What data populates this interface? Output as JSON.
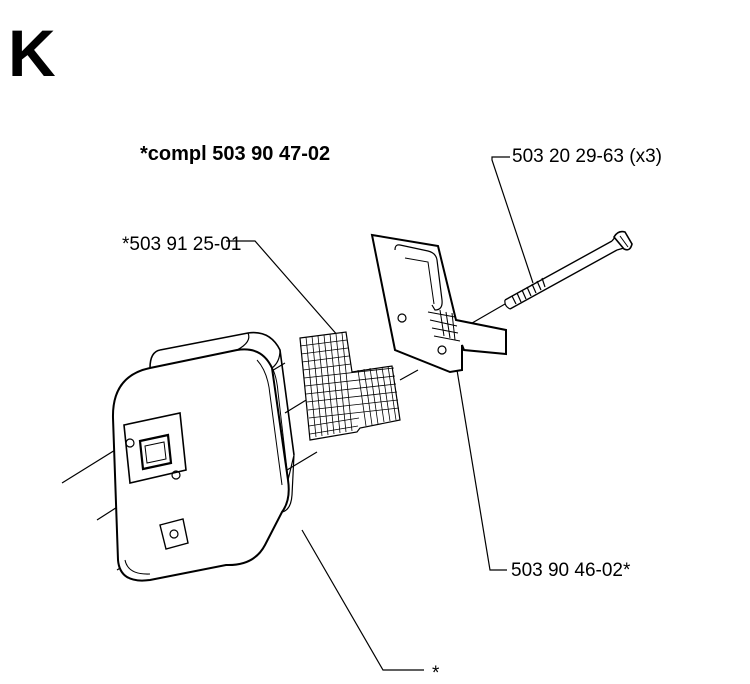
{
  "section_letter": "K",
  "assembly_label": "*compl 503 90 47-02",
  "labels": {
    "screw": "503 20 29-63 (x3)",
    "screen": "*503 91 25-01",
    "plate": "503 90 46-02*",
    "muffler": "*"
  },
  "parts": [
    "muffler-body-icon",
    "spark-arrestor-screen-icon",
    "mounting-plate-icon",
    "bolt-icon"
  ],
  "colors": {
    "line": "#000000",
    "background": "#ffffff"
  }
}
